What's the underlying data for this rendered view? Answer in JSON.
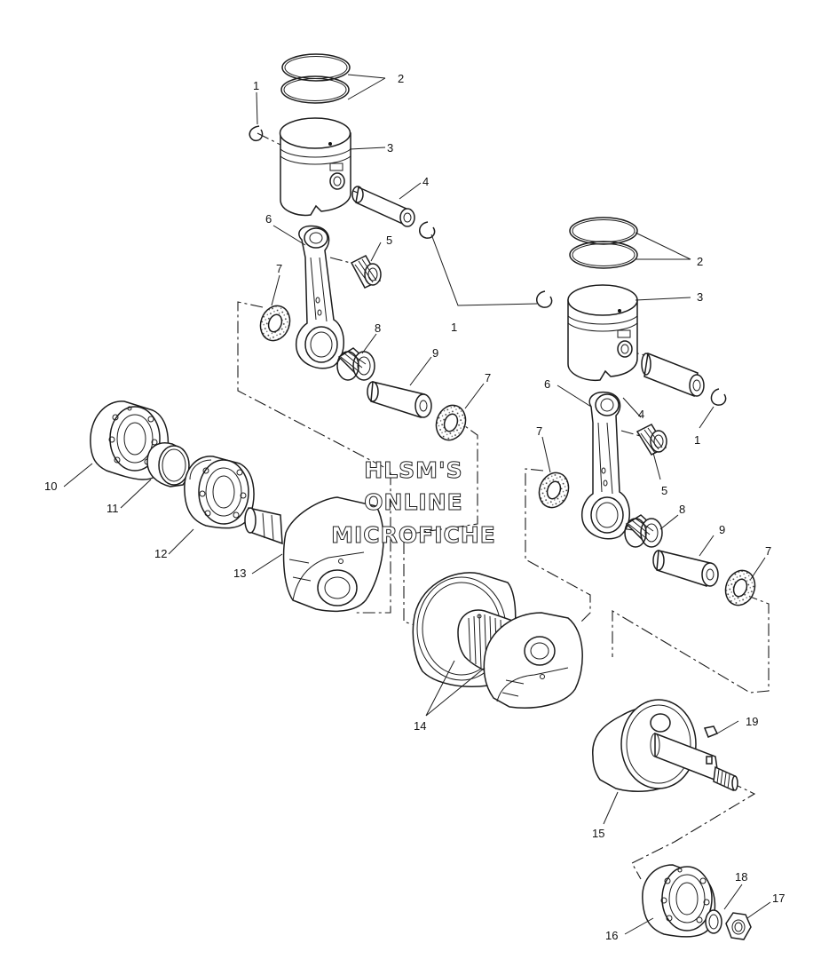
{
  "watermark": {
    "line1": "HLSM'S",
    "line2": "ONLINE",
    "line3": "MICROFICHE"
  },
  "callouts": {
    "c1a": "1",
    "c2a": "2",
    "c3a": "3",
    "c4a": "4",
    "c5a": "5",
    "c6a": "6",
    "c7a": "7",
    "c8a": "8",
    "c9a": "9",
    "c7b": "7",
    "c10": "10",
    "c11": "11",
    "c12": "12",
    "c13": "13",
    "c1mid": "1",
    "c2b": "2",
    "c3b": "3",
    "c6b": "6",
    "c4b": "4",
    "c1b": "1",
    "c7c": "7",
    "c5b": "5",
    "c8b": "8",
    "c9b": "9",
    "c7d": "7",
    "c14": "14",
    "c19": "19",
    "c15": "15",
    "c16": "16",
    "c18": "18",
    "c17": "17"
  }
}
